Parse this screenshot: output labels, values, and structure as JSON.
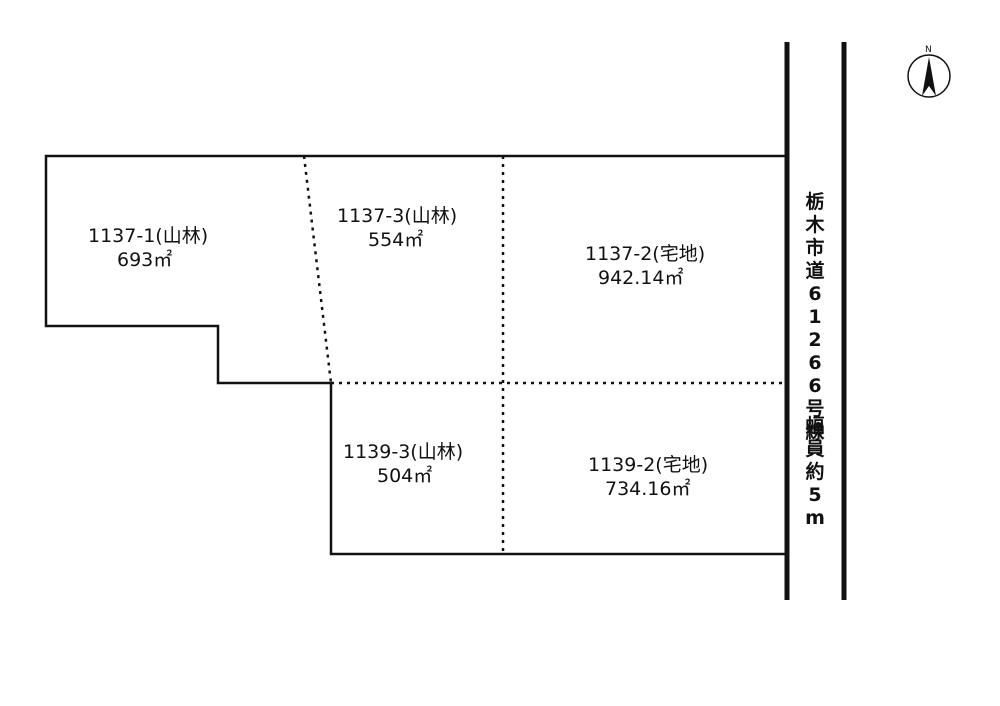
{
  "parcels": [
    {
      "id": "1137-1",
      "number": "1137-1(山林)",
      "area": "693㎡"
    },
    {
      "id": "1137-3",
      "number": "1137-3(山林)",
      "area": "554㎡"
    },
    {
      "id": "1137-2",
      "number": "1137-2(宅地)",
      "area": "942.14㎡"
    },
    {
      "id": "1139-3",
      "number": "1139-3(山林)",
      "area": "504㎡"
    },
    {
      "id": "1139-2",
      "number": "1139-2(宅地)",
      "area": "734.16㎡"
    }
  ],
  "road": {
    "name": "栃木市道61266号線",
    "width": "幅員約5m"
  },
  "compass": {
    "letter": "N",
    "icon": "north-arrow-icon"
  },
  "colors": {
    "line": "#111111",
    "background": "#ffffff"
  }
}
